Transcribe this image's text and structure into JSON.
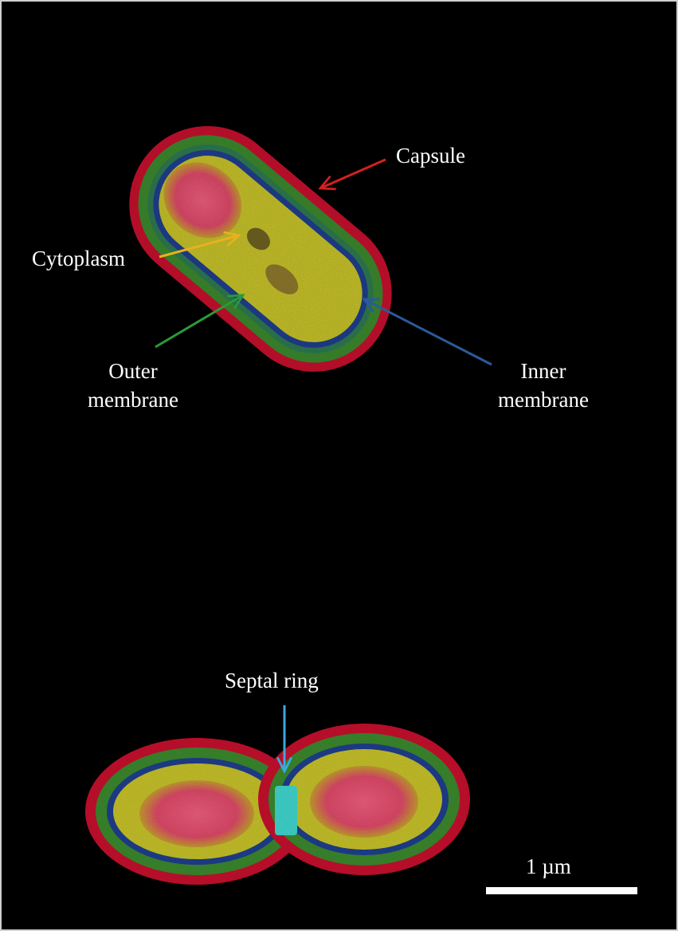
{
  "labels": {
    "capsule": "Capsule",
    "cytoplasm": "Cytoplasm",
    "outer_membrane_line1": "Outer",
    "outer_membrane_line2": "membrane",
    "inner_membrane_line1": "Inner",
    "inner_membrane_line2": "membrane",
    "septal_ring": "Septal ring"
  },
  "scale_bar": {
    "label": "1 µm",
    "color": "#ffffff"
  },
  "colors": {
    "background": "#000000",
    "capsule": "#c8102e",
    "outer_membrane": "#3c8a2e",
    "inner_membrane": "#1f3f8f",
    "cytoplasm": "#c9c42a",
    "nucleoid": "#e0506e",
    "septal_ring": "#40d8d0",
    "arrow_capsule": "#d42020",
    "arrow_cytoplasm": "#e8b020",
    "arrow_outer_membrane": "#2a9a3a",
    "arrow_inner_membrane": "#2a5a9a",
    "arrow_septal_ring": "#3aa8e0"
  }
}
